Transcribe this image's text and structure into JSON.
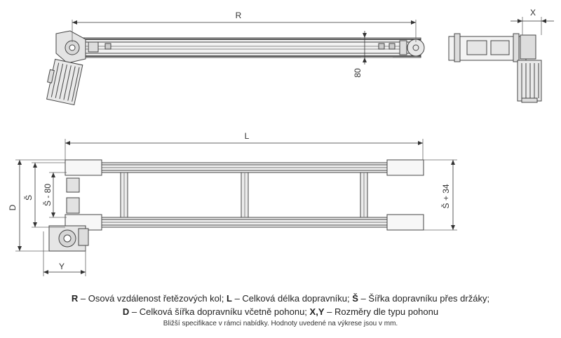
{
  "dimensions": {
    "R": "R",
    "X": "X",
    "h80": "80",
    "L": "L",
    "D": "D",
    "S": "Š",
    "S80": "Š - 80",
    "S34": "Š + 34",
    "Y": "Y"
  },
  "legend": {
    "line1": [
      {
        "key": "R",
        "text": " – Osová vzdálenost řetězových kol; "
      },
      {
        "key": "L",
        "text": " – Celková délka dopravníku; "
      },
      {
        "key": "Š",
        "text": " – Šířka dopravníku přes držáky;"
      }
    ],
    "line2": [
      {
        "key": "D",
        "text": " – Celková šířka dopravníku včetně pohonu; "
      },
      {
        "key": "X,Y",
        "text": " – Rozměry dle typu pohonu"
      }
    ],
    "note": "Bližší specifikace v rámci nabídky. Hodnoty uvedené na výkrese jsou v mm."
  }
}
